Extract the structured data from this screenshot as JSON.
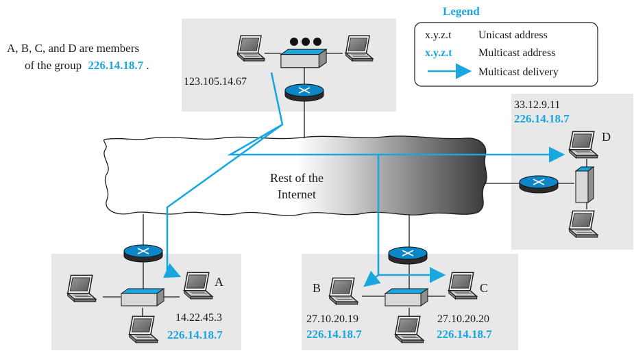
{
  "note": {
    "line1": "A, B, C, and D are members",
    "line2_prefix": "of the group",
    "group_address": "226.14.18.7",
    "line2_suffix": "."
  },
  "legend": {
    "title": "Legend",
    "unicast_sample": "x.y.z.t",
    "unicast_label": "Unicast address",
    "multicast_sample": "x.y.z.t",
    "multicast_label": "Multicast address",
    "delivery_label": "Multicast delivery"
  },
  "cloud_label_1": "Rest of the",
  "cloud_label_2": "Internet",
  "source": {
    "unicast": "123.105.14.67"
  },
  "members": {
    "A": {
      "name": "A",
      "unicast": "14.22.45.3",
      "multicast": "226.14.18.7"
    },
    "B": {
      "name": "B",
      "unicast": "27.10.20.19",
      "multicast": "226.14.18.7"
    },
    "C": {
      "name": "C",
      "unicast": "27.10.20.20",
      "multicast": "226.14.18.7"
    },
    "D": {
      "name": "D",
      "unicast": "33.12.9.11",
      "multicast": "226.14.18.7"
    }
  },
  "colors": {
    "multicast": "#1aa7e0",
    "lan_background": "#e8e8e8",
    "router_top": "#0c86c6",
    "router_body": "#2b2b2b",
    "switch_top": "#1aa7e0",
    "switch_body": "#d9d9d9"
  }
}
